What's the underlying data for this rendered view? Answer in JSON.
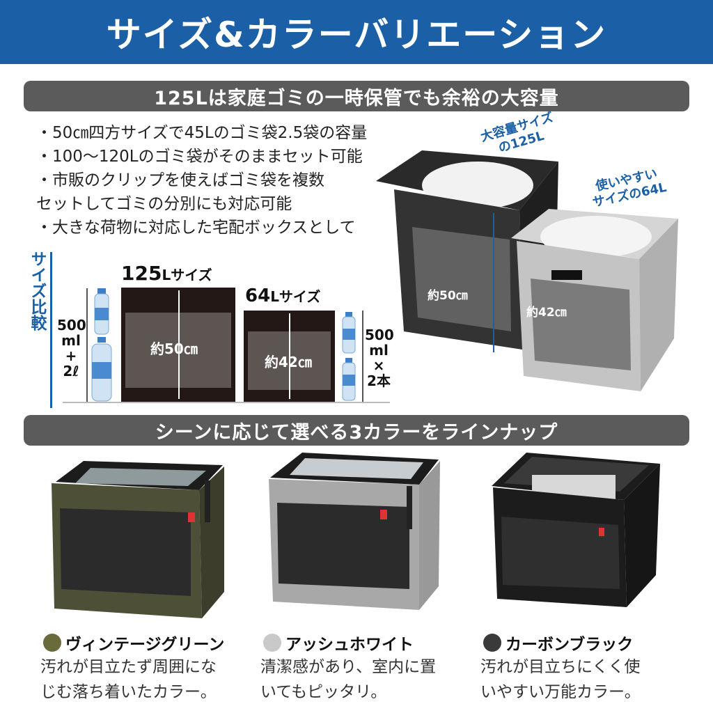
{
  "header": {
    "title": "サイズ&カラーバリエーション"
  },
  "section1": {
    "band": "125Lは家庭ゴミの一時保管でも余裕の大容量",
    "bullets": [
      "・50㎝四方サイズで45Lのゴミ袋2.5袋の容量",
      "・100〜120Lのゴミ袋がそのままセット可能",
      "・市販のクリップを使えばゴミ袋を複数",
      "セットしてゴミの分別にも対応可能",
      "・大きな荷物に対応した宅配ボックスとして"
    ],
    "compare_side": "サイズ比較",
    "big_label_num": "125",
    "big_label_unit": "Lサイズ",
    "small_label_num": "64",
    "small_label_unit": "Lサイズ",
    "big_dim": "約50㎝",
    "small_dim": "約42㎝",
    "bottle_left": [
      "500",
      "ml",
      "+",
      "2ℓ"
    ],
    "bottle_right": [
      "500",
      "ml",
      "×",
      "2本"
    ],
    "photo_big_dim": "約50㎝",
    "photo_small_dim": "約42㎝",
    "ann_big": [
      "大容量サイズ",
      "の125L"
    ],
    "ann_small": [
      "使いやすい",
      "サイズの64L"
    ]
  },
  "section2": {
    "band": "シーンに応じて選べる3カラーをラインナップ",
    "colors": [
      {
        "name": "ヴィンテージグリーン",
        "swatch": "#6b6a3a",
        "body": "#4d4f36",
        "desc": [
          "汚れが目立たず周囲にな",
          "じむ落ち着いたカラー。"
        ]
      },
      {
        "name": "アッシュホワイト",
        "swatch": "#c9c9c9",
        "body": "#a8a8a8",
        "desc": [
          "清潔感があり、室内に置",
          "いてもピッタリ。"
        ]
      },
      {
        "name": "カーボンブラック",
        "swatch": "#3a3a3a",
        "body": "#1c1c1c",
        "desc": [
          "汚れが目立ちにくく使",
          "いやすい万能カラー。"
        ]
      }
    ]
  }
}
